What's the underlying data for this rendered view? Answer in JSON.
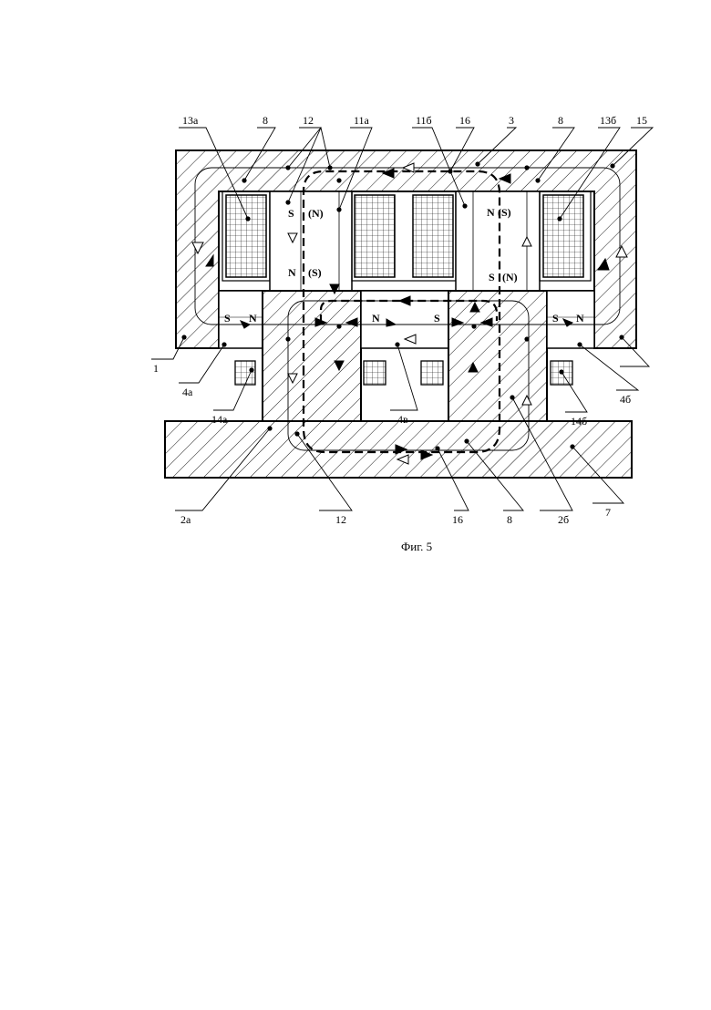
{
  "figure": {
    "caption": "Фиг. 5",
    "labels": {
      "l13a": "13а",
      "l8a": "8",
      "l12a": "12",
      "l11a": "11а",
      "l11b": "11б",
      "l16a": "16",
      "l3": "3",
      "l8b": "8",
      "l13b": "13б",
      "l15": "15",
      "l1": "1",
      "l4a": "4а",
      "l14a": "14а",
      "l4v": "4в",
      "l14b": "14б",
      "l4b": "4б",
      "l2a": "2а",
      "l12b": "12",
      "l16b": "16",
      "l8c": "8",
      "l2b": "2б",
      "l7": "7"
    },
    "poles": {
      "pS1": "S",
      "pN1p": "(N)",
      "pN1": "N",
      "pS1p": "(S)",
      "pN2": "N",
      "pS2p": "(S)",
      "pS2": "S",
      "pN2p": "(N)",
      "pS3": "S",
      "pN3": "N",
      "pN4": "N",
      "pS4": "S",
      "pS5": "S",
      "pN5": "N"
    },
    "colors": {
      "ink": "#000000",
      "paper": "#ffffff"
    }
  }
}
